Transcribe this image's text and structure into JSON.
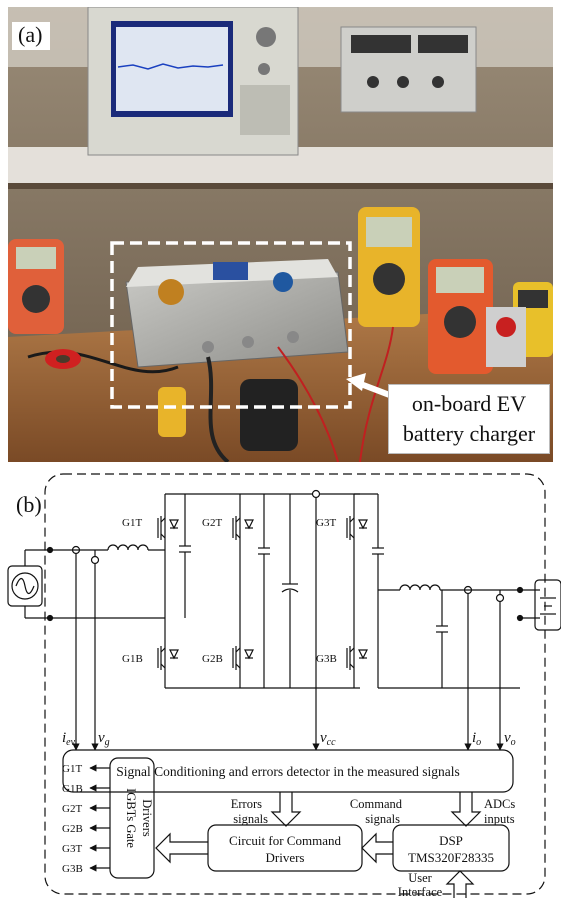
{
  "photo": {
    "panel_label": "(a)",
    "callout_line1": "on-board EV",
    "callout_line2": "battery charger"
  },
  "schematic": {
    "panel_label": "(b)",
    "switches": {
      "g1t": "G1T",
      "g2t": "G2T",
      "g3t": "G3T",
      "g1b": "G1B",
      "g2b": "G2B",
      "g3b": "G3B"
    },
    "measurements": {
      "iev_main": "i",
      "iev_sub": "ev",
      "vg_main": "v",
      "vg_sub": "g",
      "vcc_main": "v",
      "vcc_sub": "cc",
      "io_main": "i",
      "io_sub": "o",
      "vo_main": "v",
      "vo_sub": "o"
    },
    "blocks": {
      "signal_conditioning": "Signal Conditioning and errors detector in the measured signals",
      "command_drivers_line1": "Circuit for Command",
      "command_drivers_line2": "Drivers",
      "dsp_line1": "DSP",
      "dsp_line2": "TMS320F28335",
      "gate_drivers_line1": "IGBTs Gate",
      "gate_drivers_line2": "Drivers"
    },
    "arrows": {
      "errors_line1": "Errors",
      "errors_line2": "signals",
      "command_line1": "Command",
      "command_line2": "signals",
      "adc_line1": "ADCs",
      "adc_line2": "inputs",
      "user_line1": "User",
      "user_line2": "Interface"
    },
    "gate_outputs": [
      "G1T",
      "G1B",
      "G2T",
      "G2B",
      "G3T",
      "G3B"
    ]
  }
}
